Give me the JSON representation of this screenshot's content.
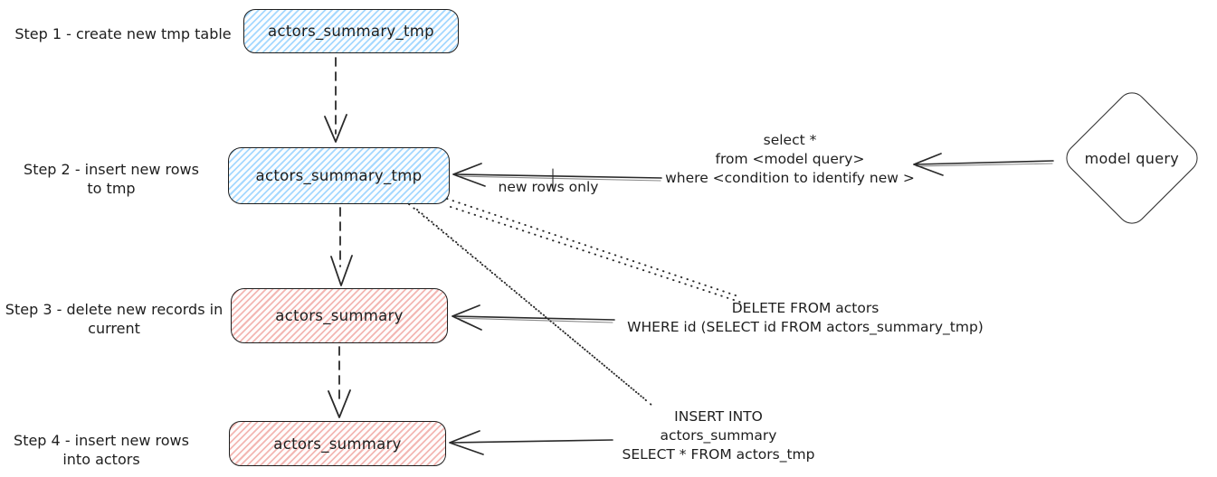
{
  "diagram": {
    "steps": [
      {
        "label": "Step 1 - create new tmp table",
        "node": "actors_summary_tmp",
        "node_style": "blue-hatched"
      },
      {
        "label": "Step 2 - insert new rows\nto tmp",
        "node": "actors_summary_tmp",
        "node_style": "blue-hatched"
      },
      {
        "label": "Step 3 - delete new records in\ncurrent",
        "node": "actors_summary",
        "node_style": "red-hatched"
      },
      {
        "label": "Step 4 - insert new rows\ninto actors",
        "node": "actors_summary",
        "node_style": "red-hatched"
      }
    ],
    "model_query_node": {
      "label": "model query",
      "shape": "diamond"
    },
    "annotations": {
      "select_query": "select *\nfrom <model query>\nwhere <condition to identify new >",
      "new_rows_only": "new rows only",
      "delete_sql": "DELETE FROM actors\nWHERE id (SELECT id FROM actors_summary_tmp)",
      "insert_sql": "INSERT INTO actors_summary\nSELECT * FROM actors_tmp"
    },
    "colors": {
      "stroke": "#1e1e1e",
      "blue_hatch": "#a5d8ff",
      "red_hatch": "#f3b7b3",
      "background": "#ffffff"
    }
  }
}
